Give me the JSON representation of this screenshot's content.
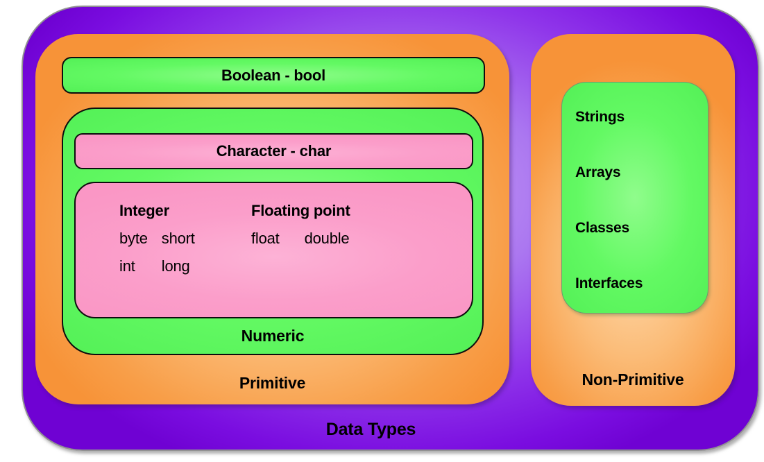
{
  "diagram": {
    "title": "Data Types",
    "primitive": {
      "label": "Primitive",
      "boolean": "Boolean - bool",
      "numeric": {
        "label": "Numeric",
        "character": "Character - char",
        "integer": {
          "heading": "Integer",
          "words": [
            "byte",
            "short",
            "int",
            "long"
          ]
        },
        "floating": {
          "heading": "Floating point",
          "words": [
            "float",
            "double"
          ]
        }
      }
    },
    "non_primitive": {
      "label": "Non-Primitive",
      "items": [
        "Strings",
        "Arrays",
        "Classes",
        "Interfaces"
      ]
    }
  },
  "colors": {
    "purple-light": "#c9a4f7",
    "purple-mid": "#8f35ea",
    "purple-dark": "#6f02d3",
    "orange-light": "#fdd8aa",
    "orange-mid": "#f89e48",
    "orange-dark": "#f79338",
    "green-light": "#90fc8c",
    "green-mid": "#63f963",
    "green-dark": "#55f158",
    "pink-light": "#fdb2d6",
    "pink-mid": "#fb9eca",
    "pink-dark": "#fa97c5",
    "box-outline": "#0d0d0d"
  }
}
